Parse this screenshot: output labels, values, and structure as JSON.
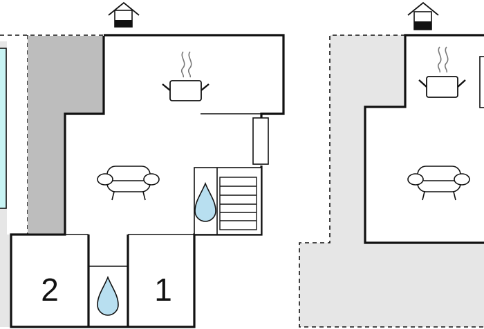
{
  "floor_plan": {
    "rooms": [
      {
        "id": "bedroom-2",
        "label": "2"
      },
      {
        "id": "bedroom-1",
        "label": "1"
      }
    ],
    "colors": {
      "wall": "#111111",
      "background": "#ffffff",
      "terrace": "#e6e6e6",
      "covered_area": "#bdbdbd",
      "pool": "#c8f4f4",
      "water_drop": "#b8dff0"
    },
    "icons": [
      "entrance-house-icon",
      "cooking-pot-icon",
      "sofa-icon",
      "water-drop-icon",
      "staircase-icon",
      "cabinet-icon"
    ]
  }
}
